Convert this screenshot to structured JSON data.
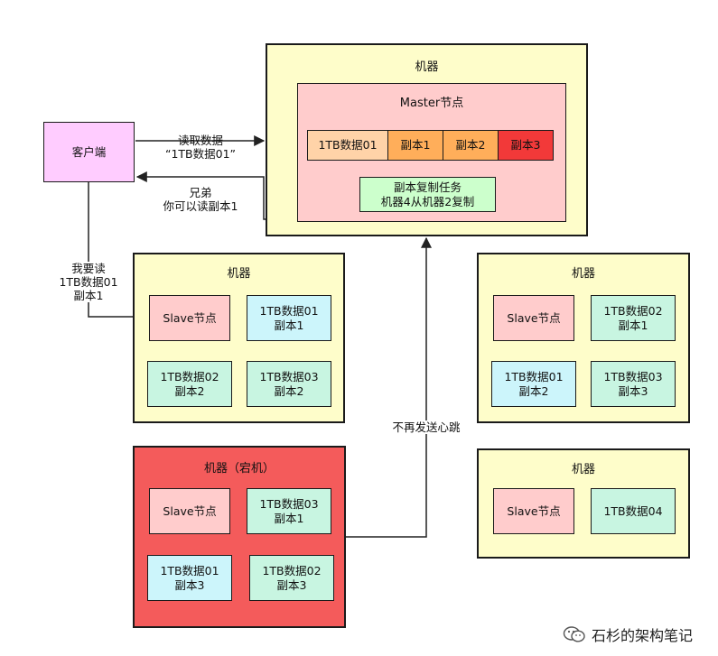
{
  "client": {
    "label": "客户端"
  },
  "master_machine": {
    "title": "机器",
    "node_title": "Master节点",
    "meta": [
      "1TB数据01",
      "副本1",
      "副本2",
      "副本3"
    ],
    "task": [
      "副本复制任务",
      "机器4从机器2复制"
    ]
  },
  "edges": {
    "read_request": [
      "读取数据",
      "“1TB数据01”"
    ],
    "reply": [
      "兄弟",
      "你可以读副本1"
    ],
    "read_replica": [
      "我要读",
      "1TB数据01",
      "副本1"
    ],
    "heartbeat": "不再发送心跳"
  },
  "machine_left": {
    "title": "机器",
    "slave": "Slave节点",
    "blocks": [
      [
        "1TB数据01",
        "副本1"
      ],
      [
        "1TB数据02",
        "副本2"
      ],
      [
        "1TB数据03",
        "副本2"
      ]
    ]
  },
  "machine_down": {
    "title": "机器（宕机）",
    "slave": "Slave节点",
    "blocks": [
      [
        "1TB数据03",
        "副本1"
      ],
      [
        "1TB数据01",
        "副本3"
      ],
      [
        "1TB数据02",
        "副本3"
      ]
    ]
  },
  "machine_right": {
    "title": "机器",
    "slave": "Slave节点",
    "blocks": [
      [
        "1TB数据02",
        "副本1"
      ],
      [
        "1TB数据01",
        "副本2"
      ],
      [
        "1TB数据03",
        "副本3"
      ]
    ]
  },
  "machine_right_bottom": {
    "title": "机器",
    "slave": "Slave节点",
    "blocks": [
      [
        "1TB数据04"
      ]
    ]
  },
  "footer": {
    "text": "石杉的架构笔记",
    "icon": "wechat-icon"
  }
}
